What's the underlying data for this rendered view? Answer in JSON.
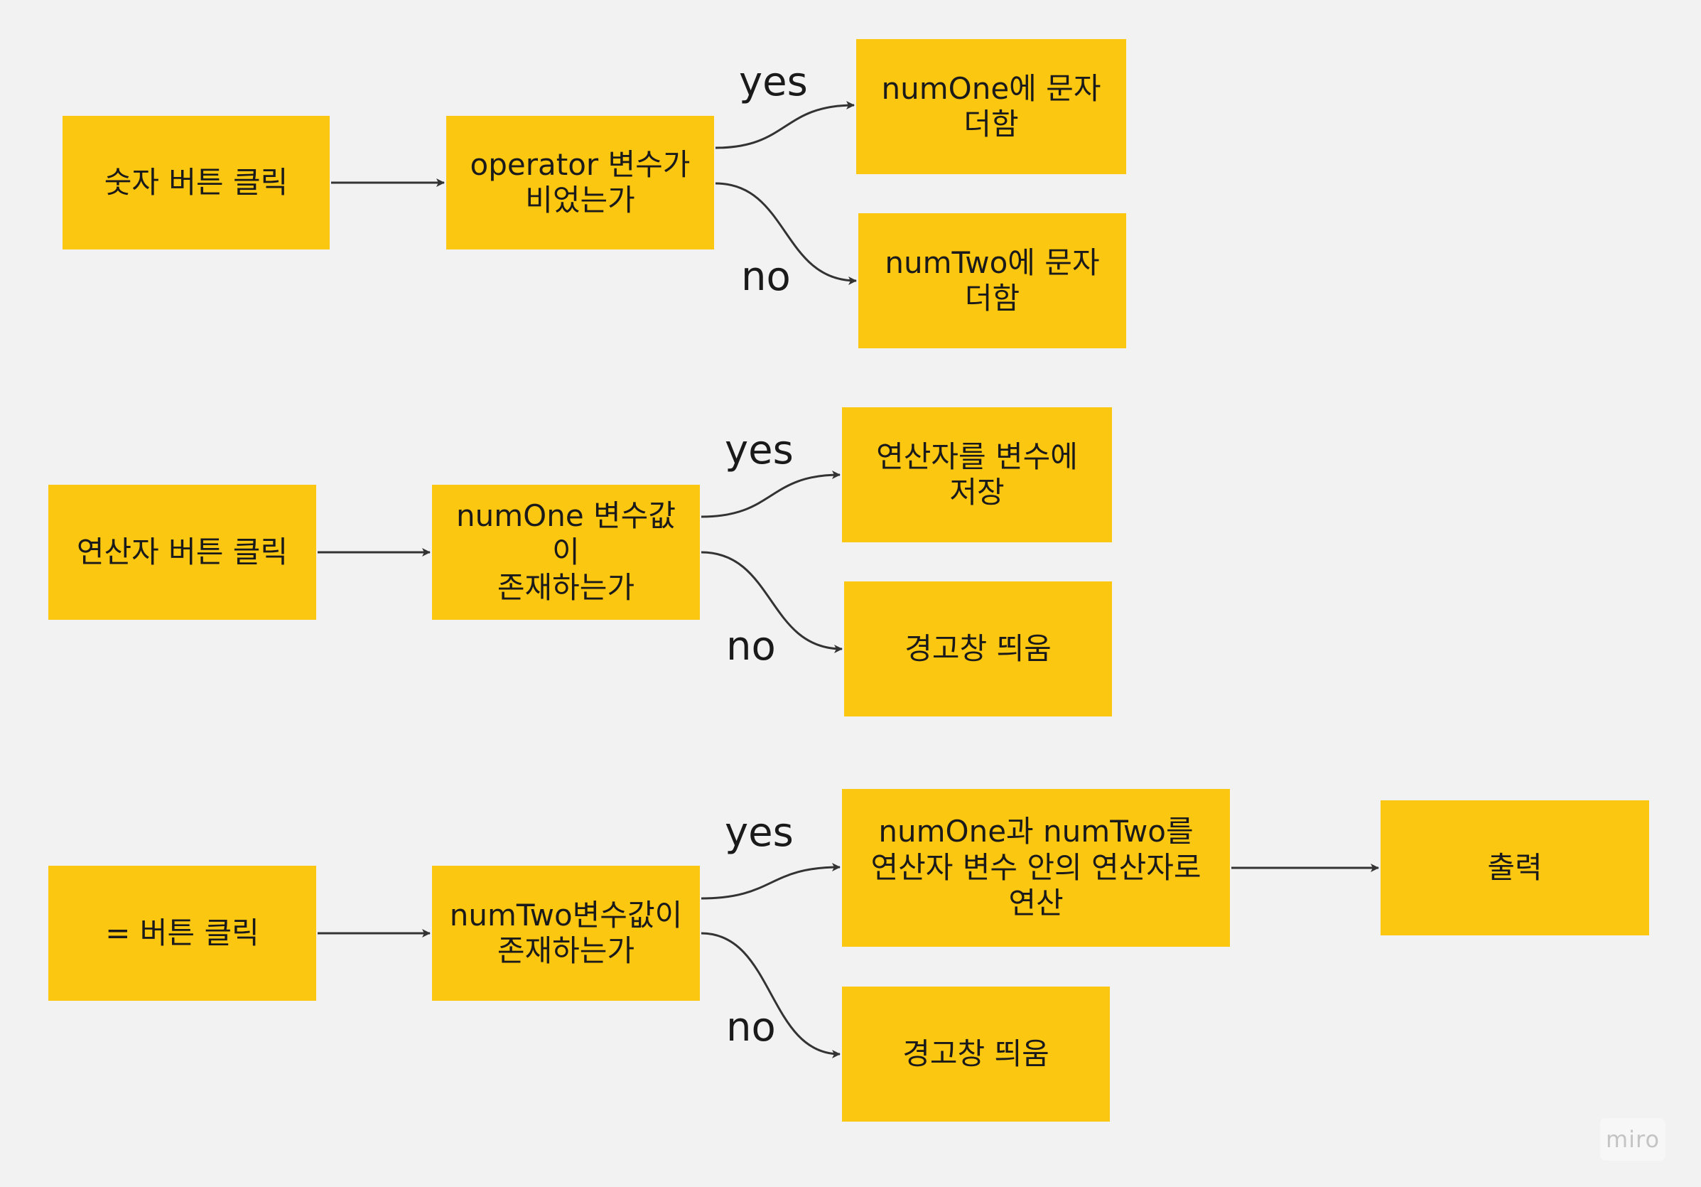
{
  "colors": {
    "box": "#fcc710",
    "edge": "#333333",
    "background": "#f2f2f2"
  },
  "nodes": {
    "digit_click": {
      "text": "숫자 버튼 클릭"
    },
    "operator_empty": {
      "text": "operator 변수가\n비었는가"
    },
    "numone_append": {
      "text": "numOne에 문자\n더함"
    },
    "numtwo_append": {
      "text": "numTwo에 문자\n더함"
    },
    "operator_click": {
      "text": "연산자 버튼 클릭"
    },
    "numone_exists": {
      "text": "numOne 변수값이\n존재하는가"
    },
    "save_operator": {
      "text": "연산자를 변수에\n저장"
    },
    "alert_1": {
      "text": "경고창 띄움"
    },
    "equals_click": {
      "text": "= 버튼 클릭"
    },
    "numtwo_exists": {
      "text": "numTwo변수값이\n존재하는가"
    },
    "compute": {
      "text": "numOne과 numTwo를\n연산자 변수 안의 연산자로\n연산"
    },
    "output": {
      "text": "출력"
    },
    "alert_2": {
      "text": "경고창 띄움"
    }
  },
  "edge_labels": {
    "yes": "yes",
    "no": "no"
  },
  "watermark": "miro"
}
